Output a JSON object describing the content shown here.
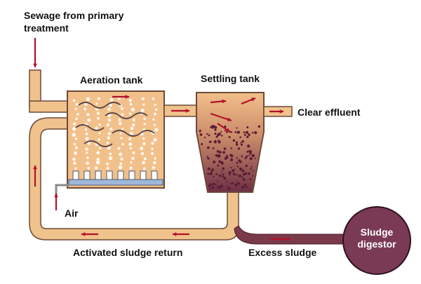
{
  "labels": {
    "sewage_line1": "Sewage from primary",
    "sewage_line2": "treatment",
    "aeration_tank": "Aeration tank",
    "settling_tank": "Settling tank",
    "clear_effluent": "Clear effluent",
    "air": "Air",
    "activated_sludge_return": "Activated sludge return",
    "excess_sludge": "Excess sludge",
    "digestor_line1": "Sludge",
    "digestor_line2": "digestor"
  },
  "colors": {
    "tank_fill": "#f2c08a",
    "tank_edge": "#6b4a3a",
    "pipe_fill": "#f0c28c",
    "arrow": "#b3102a",
    "sludge": "#7a3a4a",
    "digestor": "#7a3a55",
    "diffuser": "#9fb8d8"
  },
  "icons": {
    "flow_arrow": "red-flow-arrow-icon",
    "bubbles": "air-bubble-icon"
  }
}
